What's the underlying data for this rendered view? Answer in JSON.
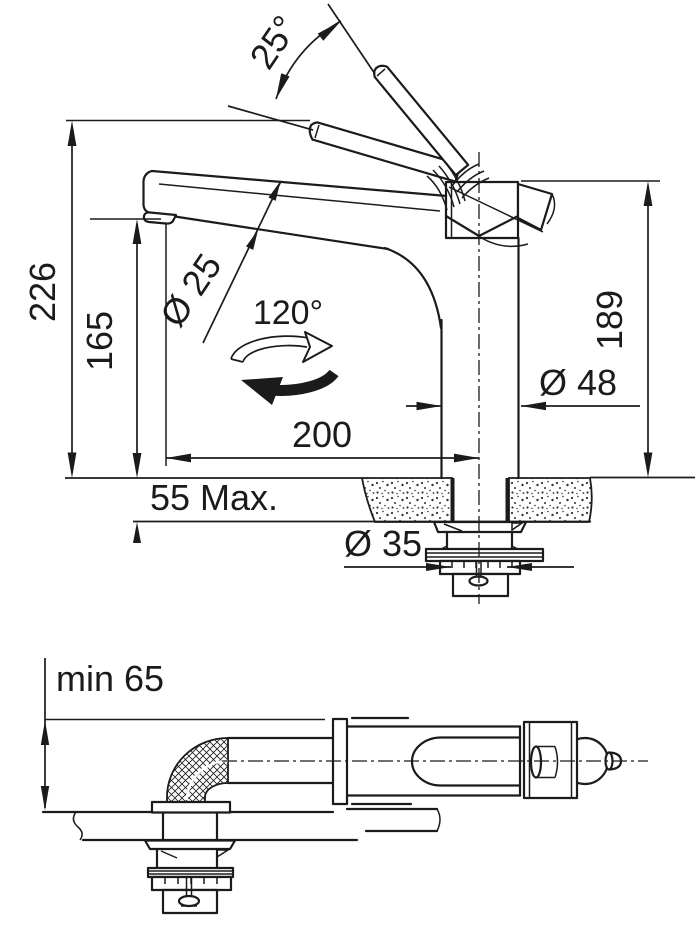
{
  "drawing": {
    "type": "technical-dimension-drawing",
    "subject": "kitchen mixer tap installation drawing",
    "units": "mm",
    "line_color": "#1b1b1b",
    "background_color": "#ffffff",
    "top_view": {
      "dimensions": {
        "handle_angle": "25°",
        "total_height": "226",
        "spout_outlet_height": "165",
        "spout_diameter": "Ø 25",
        "swivel_angle": "120°",
        "body_height": "189",
        "body_diameter": "Ø 48",
        "spout_reach": "200",
        "counter_thickness": "55 Max.",
        "hole_diameter": "Ø 35"
      }
    },
    "bottom_view": {
      "dimensions": {
        "fold_down_clearance": "min 65"
      }
    }
  }
}
